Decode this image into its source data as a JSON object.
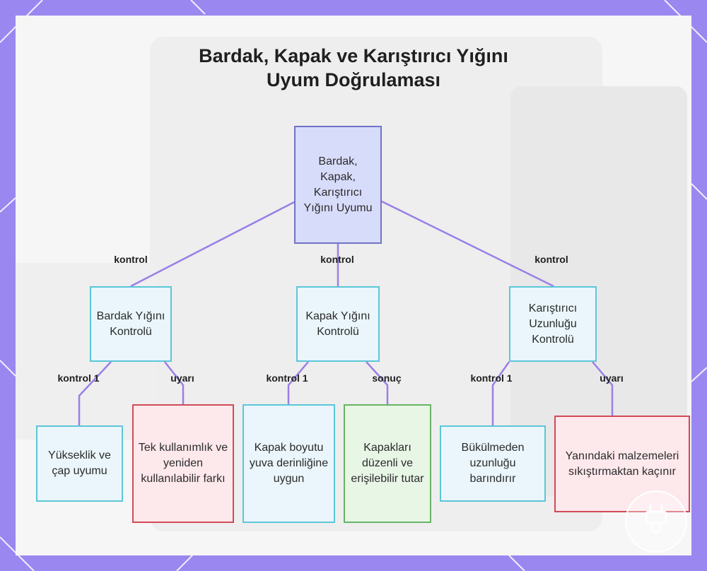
{
  "title": {
    "line1": "Bardak, Kapak ve Karıştırıcı Yığını",
    "line2": "Uyum Doğrulaması"
  },
  "nodes": {
    "root": "Bardak, Kapak, Karıştırıcı Yığını Uyumu",
    "cup": "Bardak Yığını Kontrolü",
    "lid": "Kapak Yığını Kontrolü",
    "stirrer": "Karıştırıcı Uzunluğu Kontrolü",
    "cup_fit": "Yükseklik ve çap uyumu",
    "cup_warn": "Tek kullanımlık ve yeniden kullanılabilir farkı",
    "lid_fit": "Kapak boyutu yuva derinliğine uygun",
    "lid_result": "Kapakları düzenli ve erişilebilir tutar",
    "stirrer_fit": "Bükülmeden uzunluğu barındırır",
    "stirrer_warn": "Yanındaki malzemeleri sıkıştırmaktan kaçınır"
  },
  "edge_labels": {
    "root_cup": "kontrol",
    "root_lid": "kontrol",
    "root_stirrer": "kontrol",
    "cup_fit": "kontrol 1",
    "cup_warn": "uyarı",
    "lid_fit": "kontrol 1",
    "lid_result": "sonuç",
    "stirrer_fit": "kontrol 1",
    "stirrer_warn": "uyarı"
  },
  "colors": {
    "background": "#9b87f0",
    "edge": "#9b7fe6",
    "root_fill": "#d8dcfb",
    "check_border": "#5cc6d8",
    "warning_border": "#d04a57",
    "result_border": "#67b465"
  }
}
